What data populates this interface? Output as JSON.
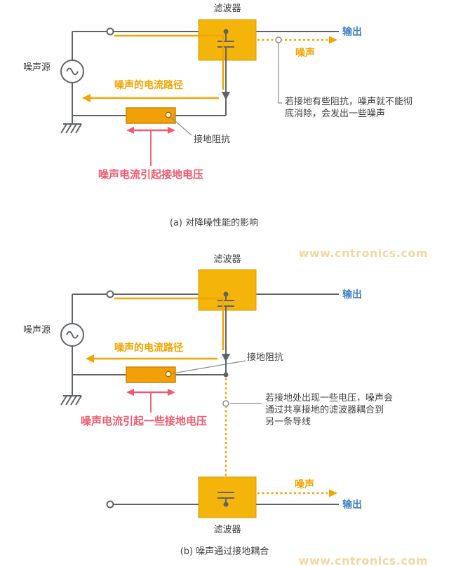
{
  "watermark": "www.cntronics.com",
  "colors": {
    "wire_gray": "#5F6368",
    "noise_yellow": "#F0A500",
    "filter_box_gold": "#F5B409",
    "impedance_orange": "#F2A007",
    "highlight_red": "#EF5A6E",
    "output_blue": "#4080C0",
    "text_dark": "#3F3F3F",
    "watermark_gold": "#F2D7A0"
  },
  "a": {
    "caption": "(a)  对降噪性能的影响",
    "filter_label": "滤波器",
    "noise_source_label": "噪声源",
    "output_label": "输出",
    "noise_label": "噪声",
    "noise_path_label": "噪声的电流路径",
    "impedance_label": "接地阻抗",
    "ground_voltage_label": "噪声电流引起接地电压",
    "note_line1": "若接地有些阻抗，噪声就不能彻",
    "note_line2": "底消除，会发出一些噪声"
  },
  "b": {
    "caption": "(b)  噪声通过接地耦合",
    "filter_top_label": "滤波器",
    "filter_bottom_label": "滤波器",
    "noise_source_label": "噪声源",
    "output_top_label": "输出",
    "output_bottom_label": "输出",
    "noise_label": "噪声",
    "noise_path_label": "噪声的电流路径",
    "impedance_label": "接地阻抗",
    "ground_voltage_label": "噪声电流引起一些接地电压",
    "note_line1": "若接地处出现一些电压，噪声会",
    "note_line2": "通过共享接地的滤波器耦合到",
    "note_line3": "另一条导线"
  }
}
